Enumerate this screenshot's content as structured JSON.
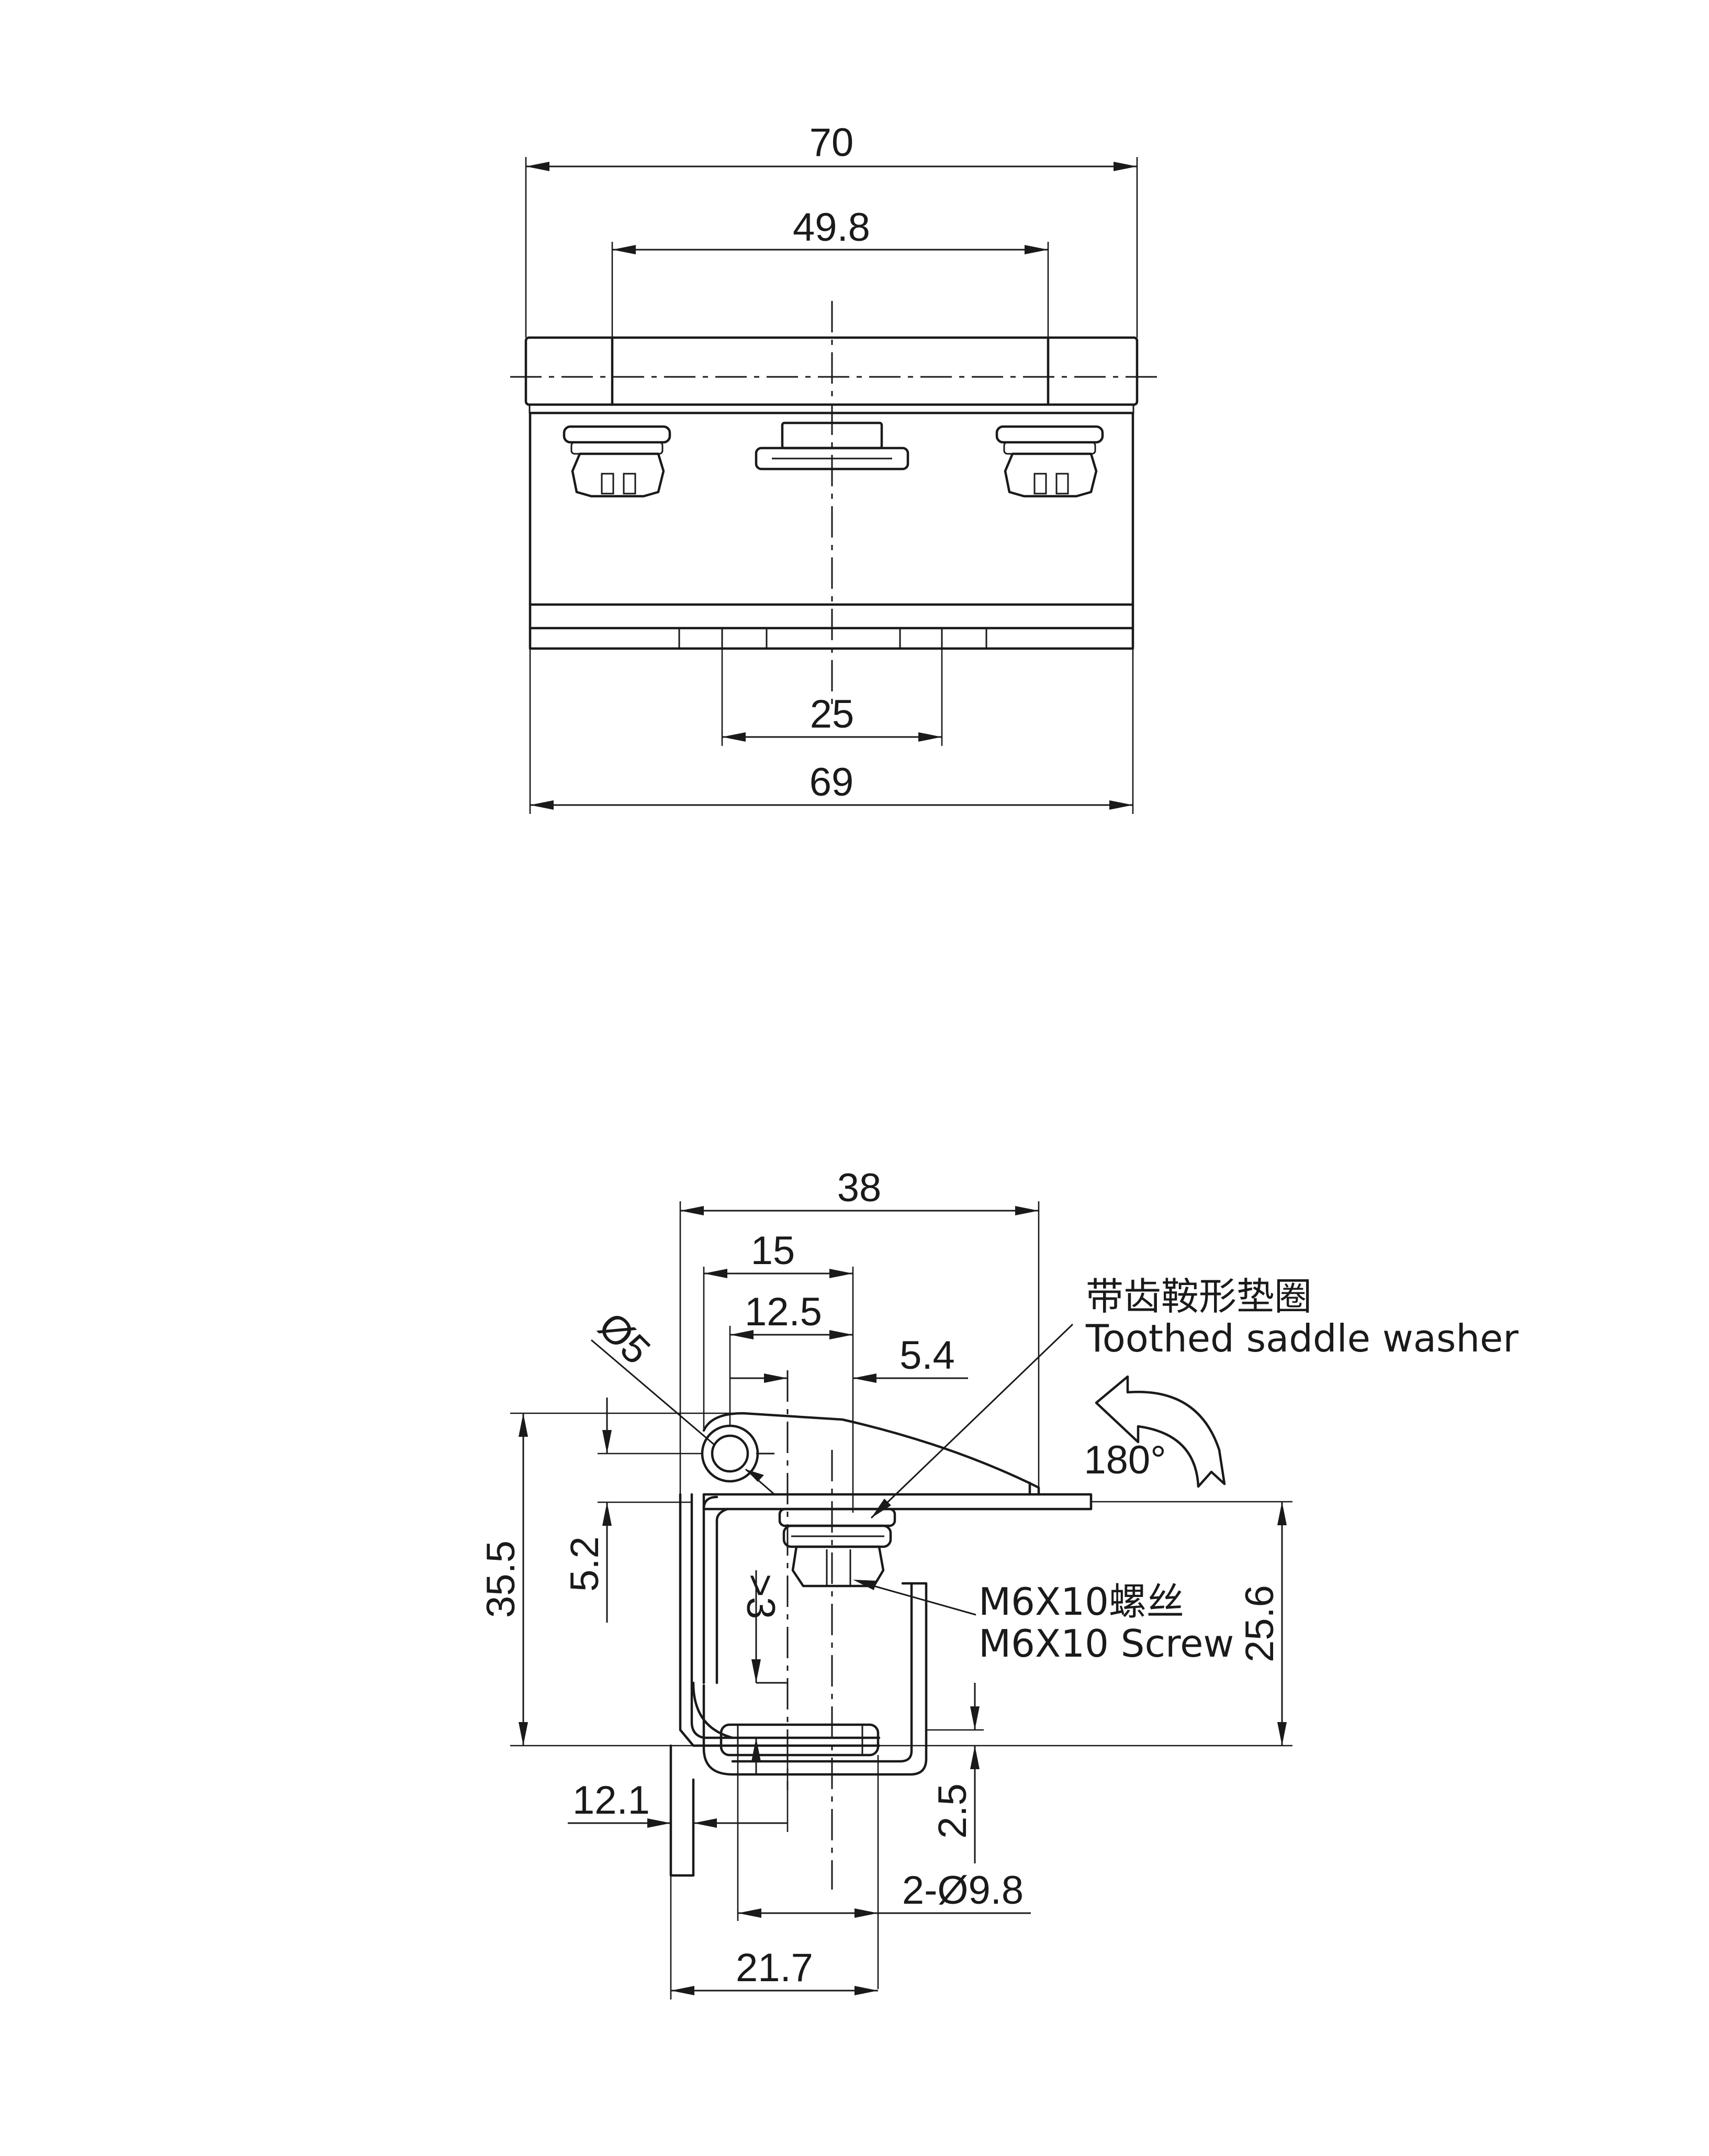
{
  "top_view": {
    "dimensions": {
      "overall_width": "70",
      "pin_spacing": "49.8",
      "slot_spacing": "25",
      "base_width": "69"
    }
  },
  "side_view": {
    "dimensions": {
      "width": "38",
      "d15": "15",
      "d12_5": "12.5",
      "d5_4": "5.4",
      "diameter_5": "Ø5",
      "height_35_5": "35.5",
      "d5_2": "5.2",
      "gt3": ">3",
      "height_25_6": "25.6",
      "d12_1": "12.1",
      "d2_5": "2.5",
      "holes": "2-Ø9.8",
      "d21_7": "21.7"
    },
    "rotation_label": "180°",
    "notes": {
      "washer_cn": "带齿鞍形垫圈",
      "washer_en": "Toothed saddle washer",
      "screw_cn": "M6X10螺丝",
      "screw_en": "M6X10 Screw"
    }
  }
}
